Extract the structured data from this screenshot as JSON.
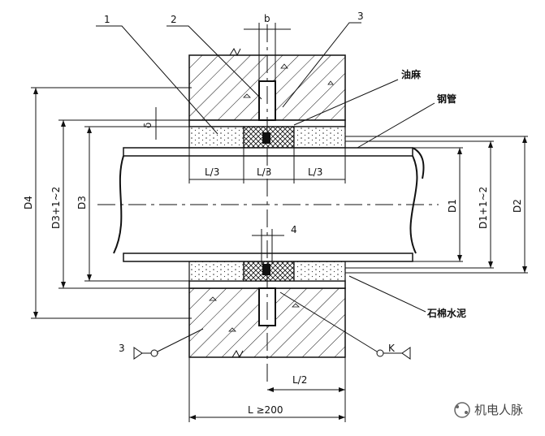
{
  "callouts": {
    "part1": "1",
    "part2": "2",
    "part3": "3",
    "dim_b": "b",
    "dim_4": "4",
    "delta": "δ",
    "oil_hemp": "油麻",
    "steel_pipe": "钢管",
    "asbestos_cement": "石棉水泥"
  },
  "dimensions": {
    "third_1": "L/3",
    "third_2": "L/3",
    "third_3": "L/3",
    "half": "L/2",
    "length_min": "L ≥200",
    "d4": "D4",
    "d3_tol": "D3+1~2",
    "d3": "D3",
    "d1": "D1",
    "d1_tol": "D1+1~2",
    "d2": "D2"
  },
  "section_marks": {
    "left": "3",
    "right": "K"
  },
  "watermark": "机电人脉"
}
